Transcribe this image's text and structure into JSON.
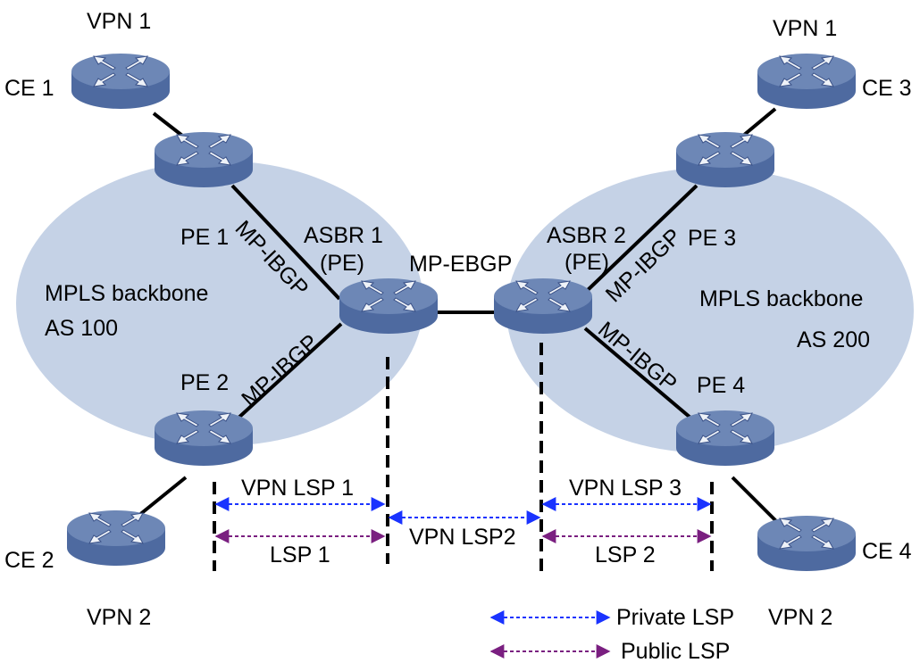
{
  "diagram": {
    "areas": [
      {
        "id": "left",
        "name": "MPLS backbone",
        "as": "AS 100"
      },
      {
        "id": "right",
        "name": "MPLS backbone",
        "as": "AS 200"
      }
    ],
    "devices": [
      {
        "id": "ce1",
        "label": "CE 1",
        "vpn": "VPN 1"
      },
      {
        "id": "ce2",
        "label": "CE 2",
        "vpn": "VPN 2"
      },
      {
        "id": "ce3",
        "label": "CE 3",
        "vpn": "VPN 1"
      },
      {
        "id": "ce4",
        "label": "CE 4",
        "vpn": "VPN 2"
      },
      {
        "id": "pe1",
        "label": "PE 1"
      },
      {
        "id": "pe2",
        "label": "PE 2"
      },
      {
        "id": "pe3",
        "label": "PE 3"
      },
      {
        "id": "pe4",
        "label": "PE 4"
      },
      {
        "id": "asbr1",
        "label": "ASBR 1",
        "sublabel": "(PE)"
      },
      {
        "id": "asbr2",
        "label": "ASBR 2",
        "sublabel": "(PE)"
      }
    ],
    "sessions": {
      "pe1_asbr1": "MP-IBGP",
      "pe2_asbr1": "MP-IBGP",
      "asbr2_pe3": "MP-IBGP",
      "asbr2_pe4": "MP-IBGP",
      "asbr1_asbr2": "MP-EBGP"
    },
    "lsps": {
      "vpn_lsp1": "VPN LSP 1",
      "lsp1": "LSP 1",
      "vpn_lsp2": "VPN LSP2",
      "vpn_lsp3": "VPN LSP 3",
      "lsp2": "LSP 2"
    },
    "legend": {
      "private": "Private LSP",
      "public": "Public LSP"
    },
    "colors": {
      "area_fill": "#c5d2e6",
      "router_top": "#6d87b6",
      "router_body": "#4e6aa0",
      "router_arrows": "#eef2f8",
      "private_lsp": "#1a33ff",
      "public_lsp": "#7a1f80"
    }
  }
}
